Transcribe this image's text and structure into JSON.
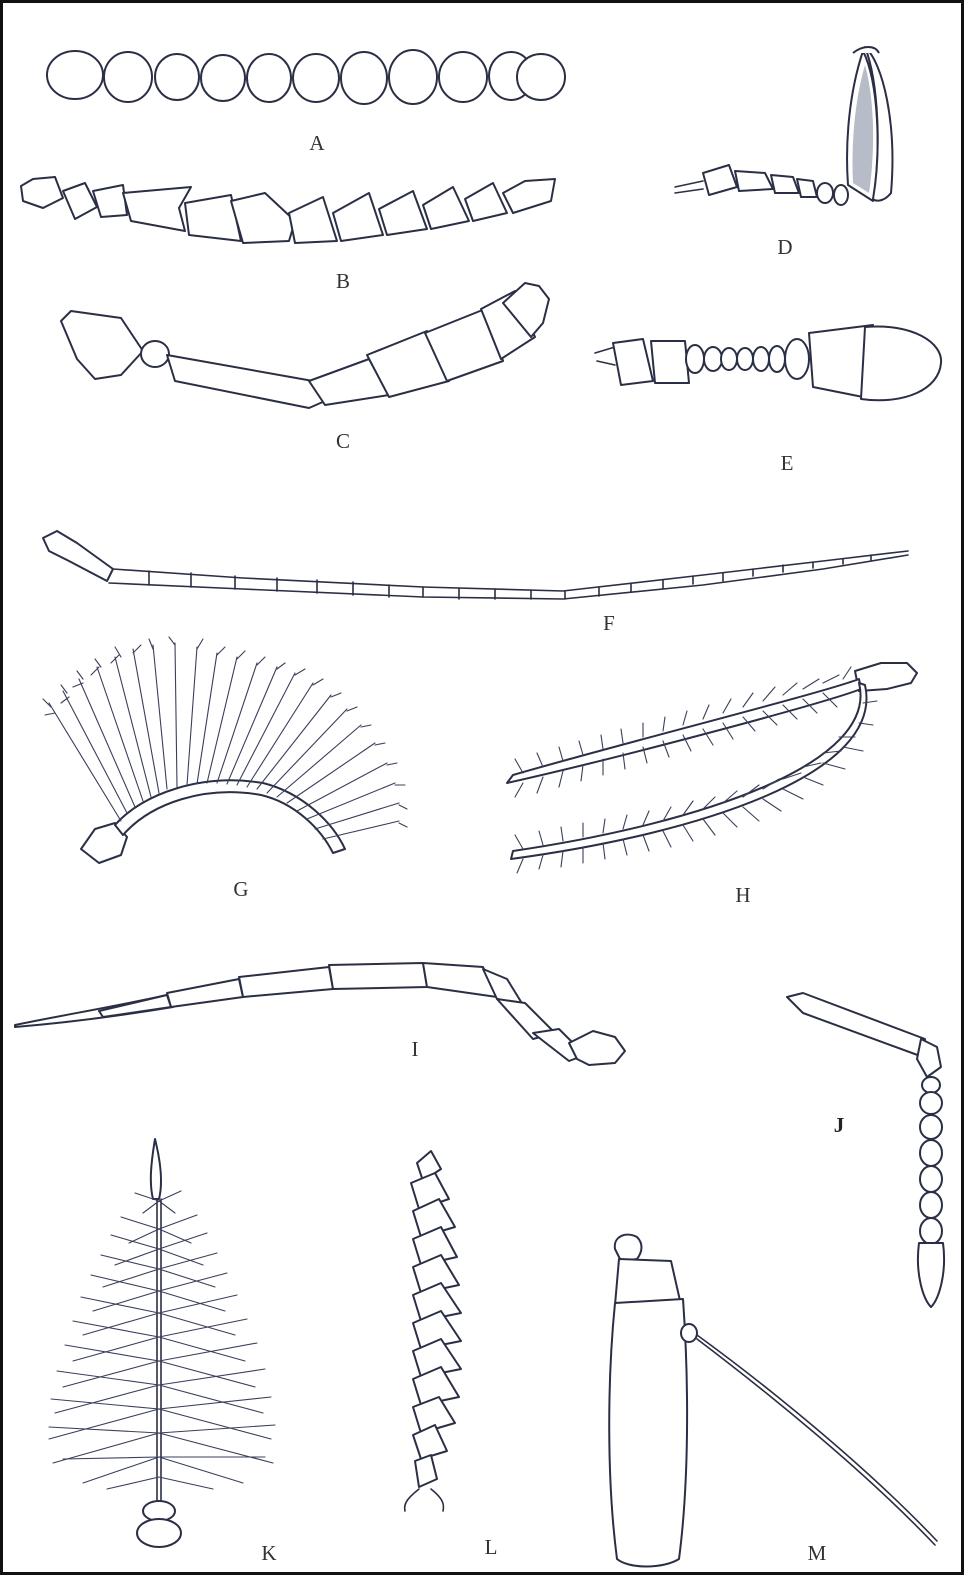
{
  "figure": {
    "labels": {
      "A": "A",
      "B": "B",
      "C": "C",
      "D": "D",
      "E": "E",
      "F": "F",
      "G": "G",
      "H": "H",
      "I": "I",
      "J": "J",
      "K": "K",
      "L": "L",
      "M": "M"
    }
  },
  "colors": {
    "ink": "#2a2f45",
    "paper": "#ffffff",
    "border": "#111111"
  }
}
